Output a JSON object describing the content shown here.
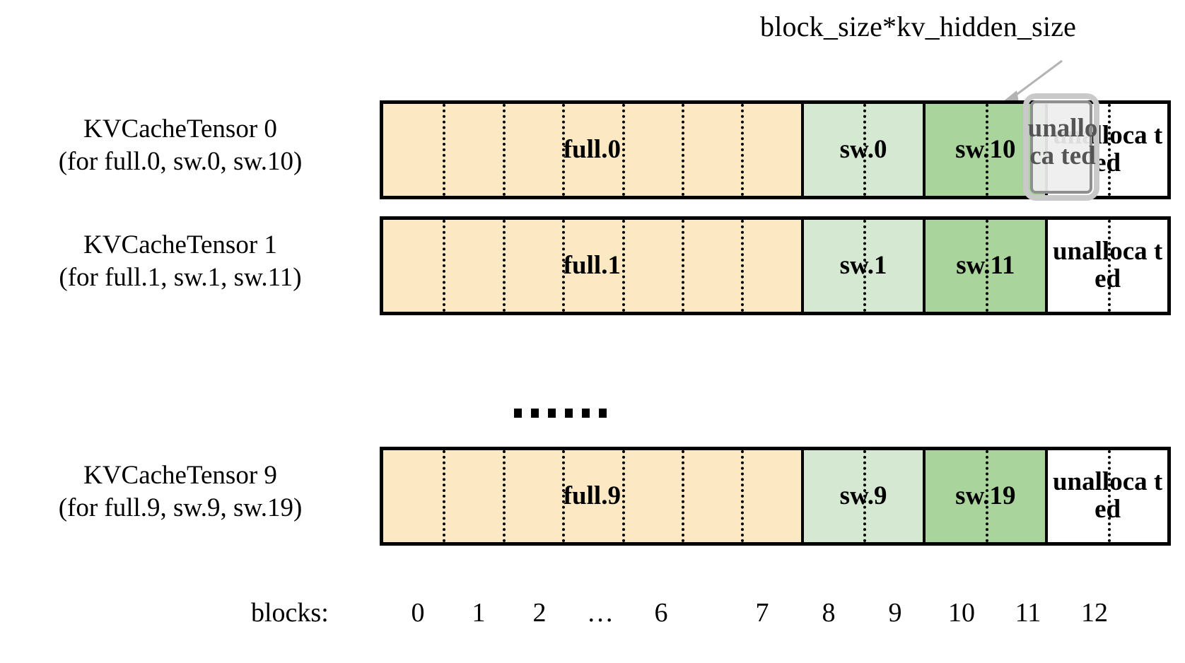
{
  "annotation": {
    "text": "block_size*kv_hidden_size",
    "arrow": "arrow-up-right"
  },
  "rows": [
    {
      "label_line1": "KVCacheTensor 0",
      "label_line2": "(for full.0, sw.0, sw.10)",
      "segments": [
        {
          "name": "full.0",
          "kind": "full",
          "blocks": 7
        },
        {
          "name": "sw.0",
          "kind": "sw",
          "blocks": 2
        },
        {
          "name": "sw.10",
          "kind": "sw2",
          "blocks": 2
        },
        {
          "name": "unalloca ted",
          "kind": "unalloc",
          "blocks": 2
        }
      ]
    },
    {
      "label_line1": "KVCacheTensor 1",
      "label_line2": "(for full.1, sw.1, sw.11)",
      "segments": [
        {
          "name": "full.1",
          "kind": "full",
          "blocks": 7
        },
        {
          "name": "sw.1",
          "kind": "sw",
          "blocks": 2
        },
        {
          "name": "sw.11",
          "kind": "sw2",
          "blocks": 2
        },
        {
          "name": "unalloca ted",
          "kind": "unalloc",
          "blocks": 2
        }
      ]
    },
    {
      "label_line1": "KVCacheTensor 9",
      "label_line2": "(for full.9, sw.9, sw.19)",
      "segments": [
        {
          "name": "full.9",
          "kind": "full",
          "blocks": 7
        },
        {
          "name": "sw.9",
          "kind": "sw",
          "blocks": 2
        },
        {
          "name": "sw.19",
          "kind": "sw2",
          "blocks": 2
        },
        {
          "name": "unalloca ted",
          "kind": "unalloc",
          "blocks": 2
        }
      ]
    }
  ],
  "ellipsis": "......",
  "highlight": {
    "text": "unalloca ted",
    "border_color": "#8f8f8f",
    "fill_color": "#eeeeee"
  },
  "axis": {
    "title": "blocks:",
    "ticks": [
      "0",
      "1",
      "2",
      "…",
      "6",
      "7",
      "8",
      "9",
      "10",
      "11",
      "12"
    ]
  },
  "colors": {
    "full": "#FCE9C4",
    "sw": "#D5E8D1",
    "sw2": "#A9D49C",
    "unallocated": "#FFFFFF",
    "outline": "#000000",
    "arrow": "#b3b3b3"
  }
}
